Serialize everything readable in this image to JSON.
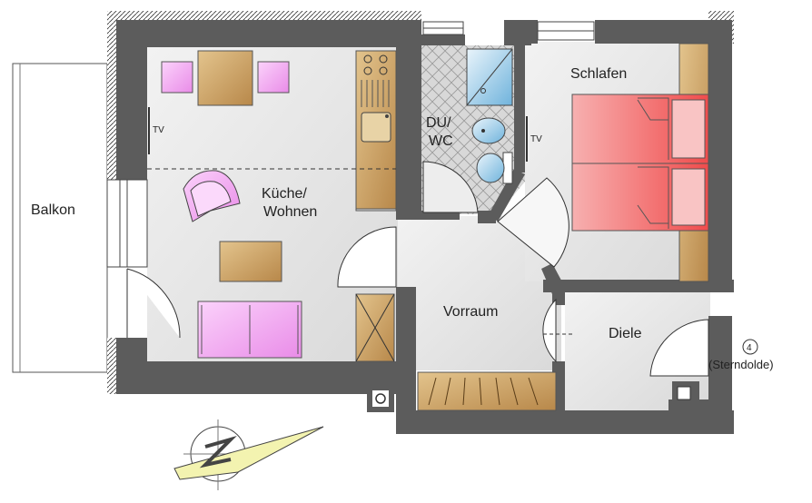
{
  "rooms": {
    "balkon": "Balkon",
    "kueche_line1": "Küche/",
    "kueche_line2": "Wohnen",
    "du_line1": "DU/",
    "du_line2": "WC",
    "schlafen": "Schlafen",
    "vorraum": "Vorraum",
    "diele": "Diele"
  },
  "labels": {
    "tv_living": "TV",
    "tv_bedroom": "TV",
    "unit_number": "4",
    "unit_name": "(Sterndolde)"
  },
  "colors": {
    "wall": "#5c5c5c",
    "floor": "#e6e6e6",
    "wood": "#c9a36a",
    "furniture_pink": "#f2a6f0",
    "bed_red": "#f46a6a",
    "tile": "#d2d2d2",
    "compass": "#f3f3b0"
  }
}
